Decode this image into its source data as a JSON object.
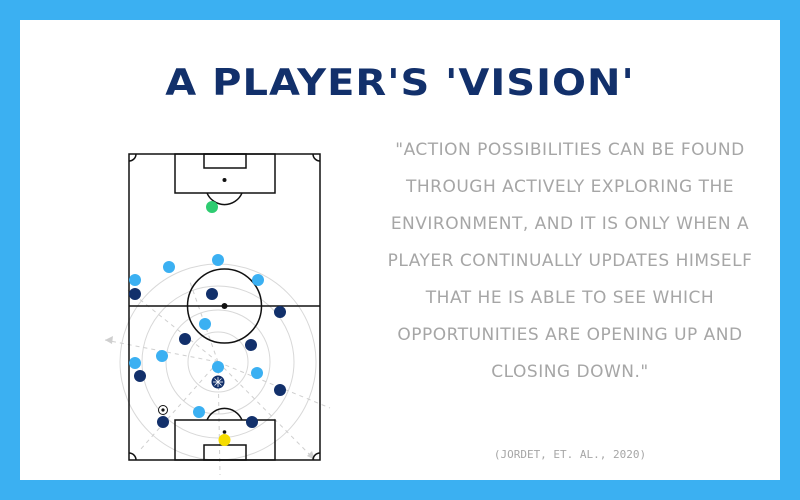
{
  "title": "A Player's 'Vision'",
  "quote": "\"Action possibilities can be found through actively exploring the environment, and it is only when a player continually updates himself that he is able to see which opportunities are opening up and closing down.\"",
  "citation": "(Jordet, et. al., 2020)",
  "colors": {
    "frame": "#3bb0f2",
    "title": "#12306b",
    "team_light": "#3bb0f2",
    "team_dark": "#12306b",
    "goalkeeper_opponent": "#2ecc71",
    "focal_player": "#f5dc00",
    "quote_text": "#a6a6a6"
  },
  "players": {
    "light_team_count": 11,
    "dark_team_count": 11
  }
}
